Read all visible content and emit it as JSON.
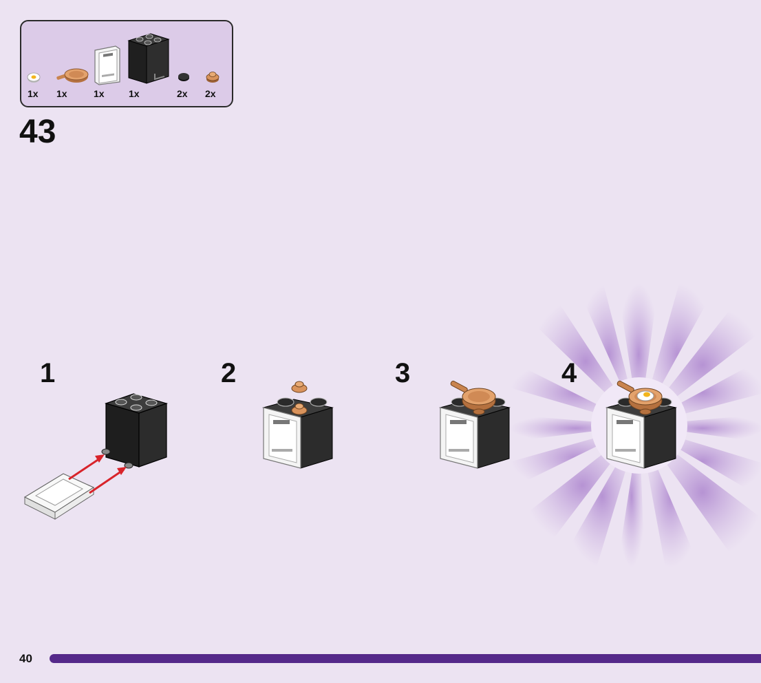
{
  "step": {
    "number": "43"
  },
  "parts": [
    {
      "name": "egg-tile",
      "qty": "1x"
    },
    {
      "name": "frying-pan",
      "qty": "1x"
    },
    {
      "name": "transparent-door",
      "qty": "1x"
    },
    {
      "name": "black-2x2-container",
      "qty": "1x"
    },
    {
      "name": "black-round-tile",
      "qty": "2x"
    },
    {
      "name": "copper-round-plate",
      "qty": "2x"
    }
  ],
  "sub_steps": [
    {
      "label": "1"
    },
    {
      "label": "2"
    },
    {
      "label": "3"
    },
    {
      "label": "4"
    }
  ],
  "page": {
    "number": "40"
  },
  "colors": {
    "background": "#ece3f2",
    "parts_box": "#dccbe8",
    "accent_bar": "#55298a",
    "arrow": "#d8232a",
    "brick": "#2b2b2b",
    "copper": "#d9935c"
  }
}
